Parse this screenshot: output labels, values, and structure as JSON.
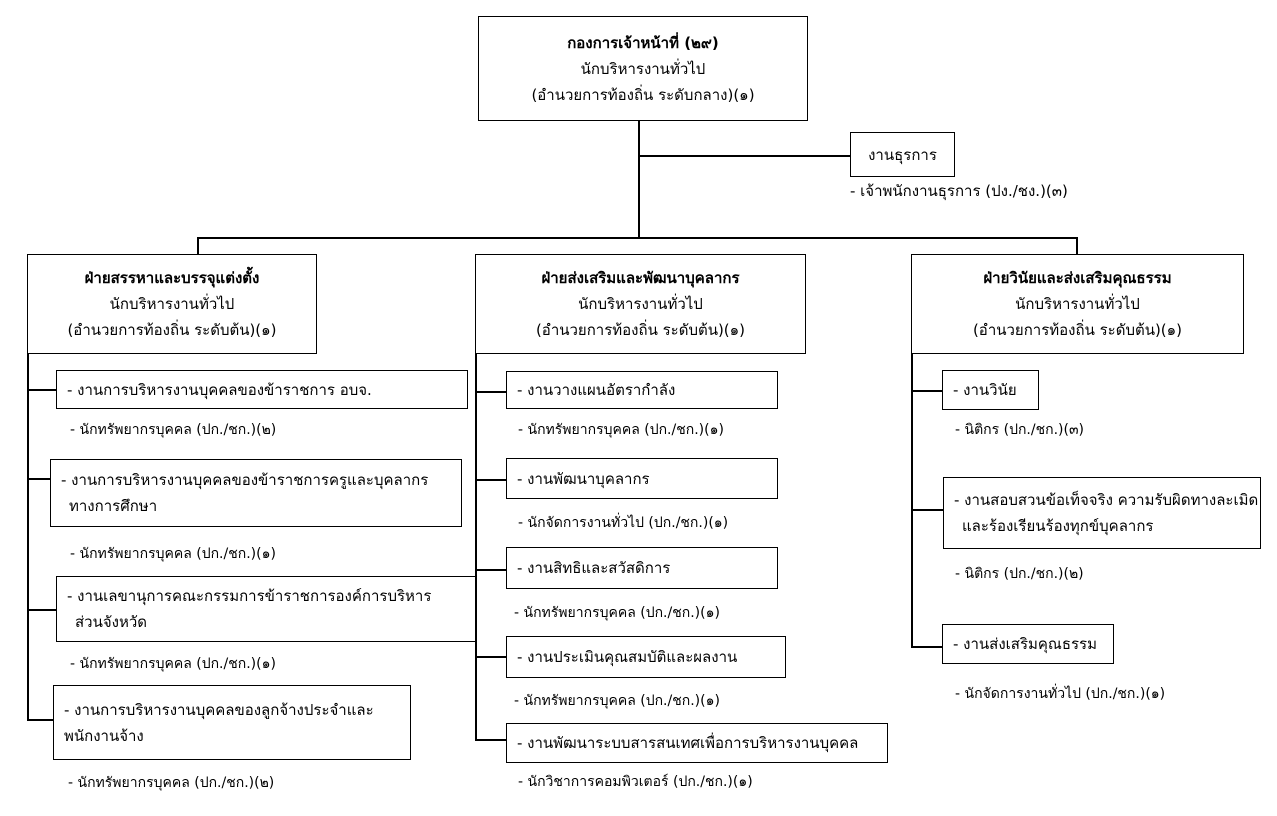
{
  "top": {
    "title": "กองการเจ้าหน้าที่ (๒๙)",
    "position": "นักบริหารงานทั่วไป",
    "level": "(อำนวยการท้องถิ่น ระดับกลาง)(๑)"
  },
  "admin": {
    "label": "งานธุรการ",
    "staff": "- เจ้าพนักงานธุรการ (ปง./ชง.)(๓)"
  },
  "div1": {
    "title": "ฝ่ายสรรหาและบรรจุแต่งตั้ง",
    "position": "นักบริหารงานทั่วไป",
    "level": "(อำนวยการท้องถิ่น ระดับต้น)(๑)",
    "tasks": [
      {
        "lines": [
          "- งานการบริหารงานบุคคลของข้าราชการ อบจ."
        ],
        "staff": "- นักทรัพยากรบุคคล (ปก./ชก.)(๒)"
      },
      {
        "lines": [
          "- งานการบริหารงานบุคคลของข้าราชการครูและบุคลากร",
          "ทางการศึกษา"
        ],
        "staff": "- นักทรัพยากรบุคคล (ปก./ชก.)(๑)"
      },
      {
        "lines": [
          "- งานเลขานุการคณะกรรมการข้าราชการองค์การบริหาร",
          "ส่วนจังหวัด"
        ],
        "staff": "- นักทรัพยากรบุคคล (ปก./ชก.)(๑)"
      },
      {
        "lines": [
          "- งานการบริหารงานบุคคลของลูกจ้างประจำและ",
          "พนักงานจ้าง"
        ],
        "staff": "- นักทรัพยากรบุคคล (ปก./ชก.)(๒)"
      }
    ]
  },
  "div2": {
    "title": "ฝ่ายส่งเสริมและพัฒนาบุคลากร",
    "position": "นักบริหารงานทั่วไป",
    "level": "(อำนวยการท้องถิ่น ระดับต้น)(๑)",
    "tasks": [
      {
        "lines": [
          "- งานวางแผนอัตรากำลัง"
        ],
        "staff": "- นักทรัพยากรบุคคล (ปก./ชก.)(๑)"
      },
      {
        "lines": [
          "- งานพัฒนาบุคลากร"
        ],
        "staff": "- นักจัดการงานทั่วไป (ปก./ชก.)(๑)"
      },
      {
        "lines": [
          "- งานสิทธิและสวัสดิการ"
        ],
        "staff": "- นักทรัพยากรบุคคล (ปก./ชก.)(๑)"
      },
      {
        "lines": [
          "- งานประเมินคุณสมบัติและผลงาน"
        ],
        "staff": "- นักทรัพยากรบุคคล (ปก./ชก.)(๑)"
      },
      {
        "lines": [
          "- งานพัฒนาระบบสารสนเทศเพื่อการบริหารงานบุคคล"
        ],
        "staff": "- นักวิชาการคอมพิวเตอร์ (ปก./ชก.)(๑)"
      }
    ]
  },
  "div3": {
    "title": "ฝ่ายวินัยและส่งเสริมคุณธรรม",
    "position": "นักบริหารงานทั่วไป",
    "level": "(อำนวยการท้องถิ่น ระดับต้น)(๑)",
    "tasks": [
      {
        "lines": [
          "- งานวินัย"
        ],
        "staff": "- นิติกร (ปก./ชก.)(๓)"
      },
      {
        "lines": [
          "- งานสอบสวนข้อเท็จจริง ความรับผิดทางละเมิด",
          "และร้องเรียนร้องทุกข์บุคลากร"
        ],
        "staff": "- นิติกร (ปก./ชก.)(๒)"
      },
      {
        "lines": [
          "- งานส่งเสริมคุณธรรม"
        ],
        "staff": "- นักจัดการงานทั่วไป (ปก./ชก.)(๑)"
      }
    ]
  }
}
